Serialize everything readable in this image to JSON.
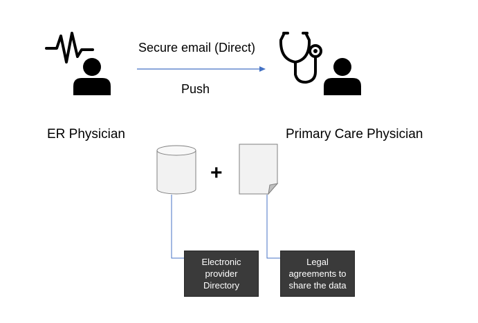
{
  "actors": {
    "er_physician": {
      "label": "ER Physician"
    },
    "primary_care_physician": {
      "label": "Primary Care Physician"
    }
  },
  "flow": {
    "channel_label": "Secure email (Direct)",
    "mode_label": "Push",
    "arrow_color": "#4472c4"
  },
  "operator": {
    "symbol": "+"
  },
  "requirements": {
    "directory": {
      "icon": "database-cylinder-icon",
      "callout_lines": [
        "Electronic",
        "provider",
        "Directory"
      ]
    },
    "agreements": {
      "icon": "document-page-icon",
      "callout_lines": [
        "Legal",
        "agreements to",
        "share the data"
      ]
    }
  },
  "colors": {
    "icon_fill": "#000000",
    "callout_bg": "#3a3a3a",
    "callout_text": "#ffffff",
    "connector_line": "#4472c4",
    "shape_fill": "#f2f2f2",
    "shape_stroke": "#7f7f7f"
  }
}
